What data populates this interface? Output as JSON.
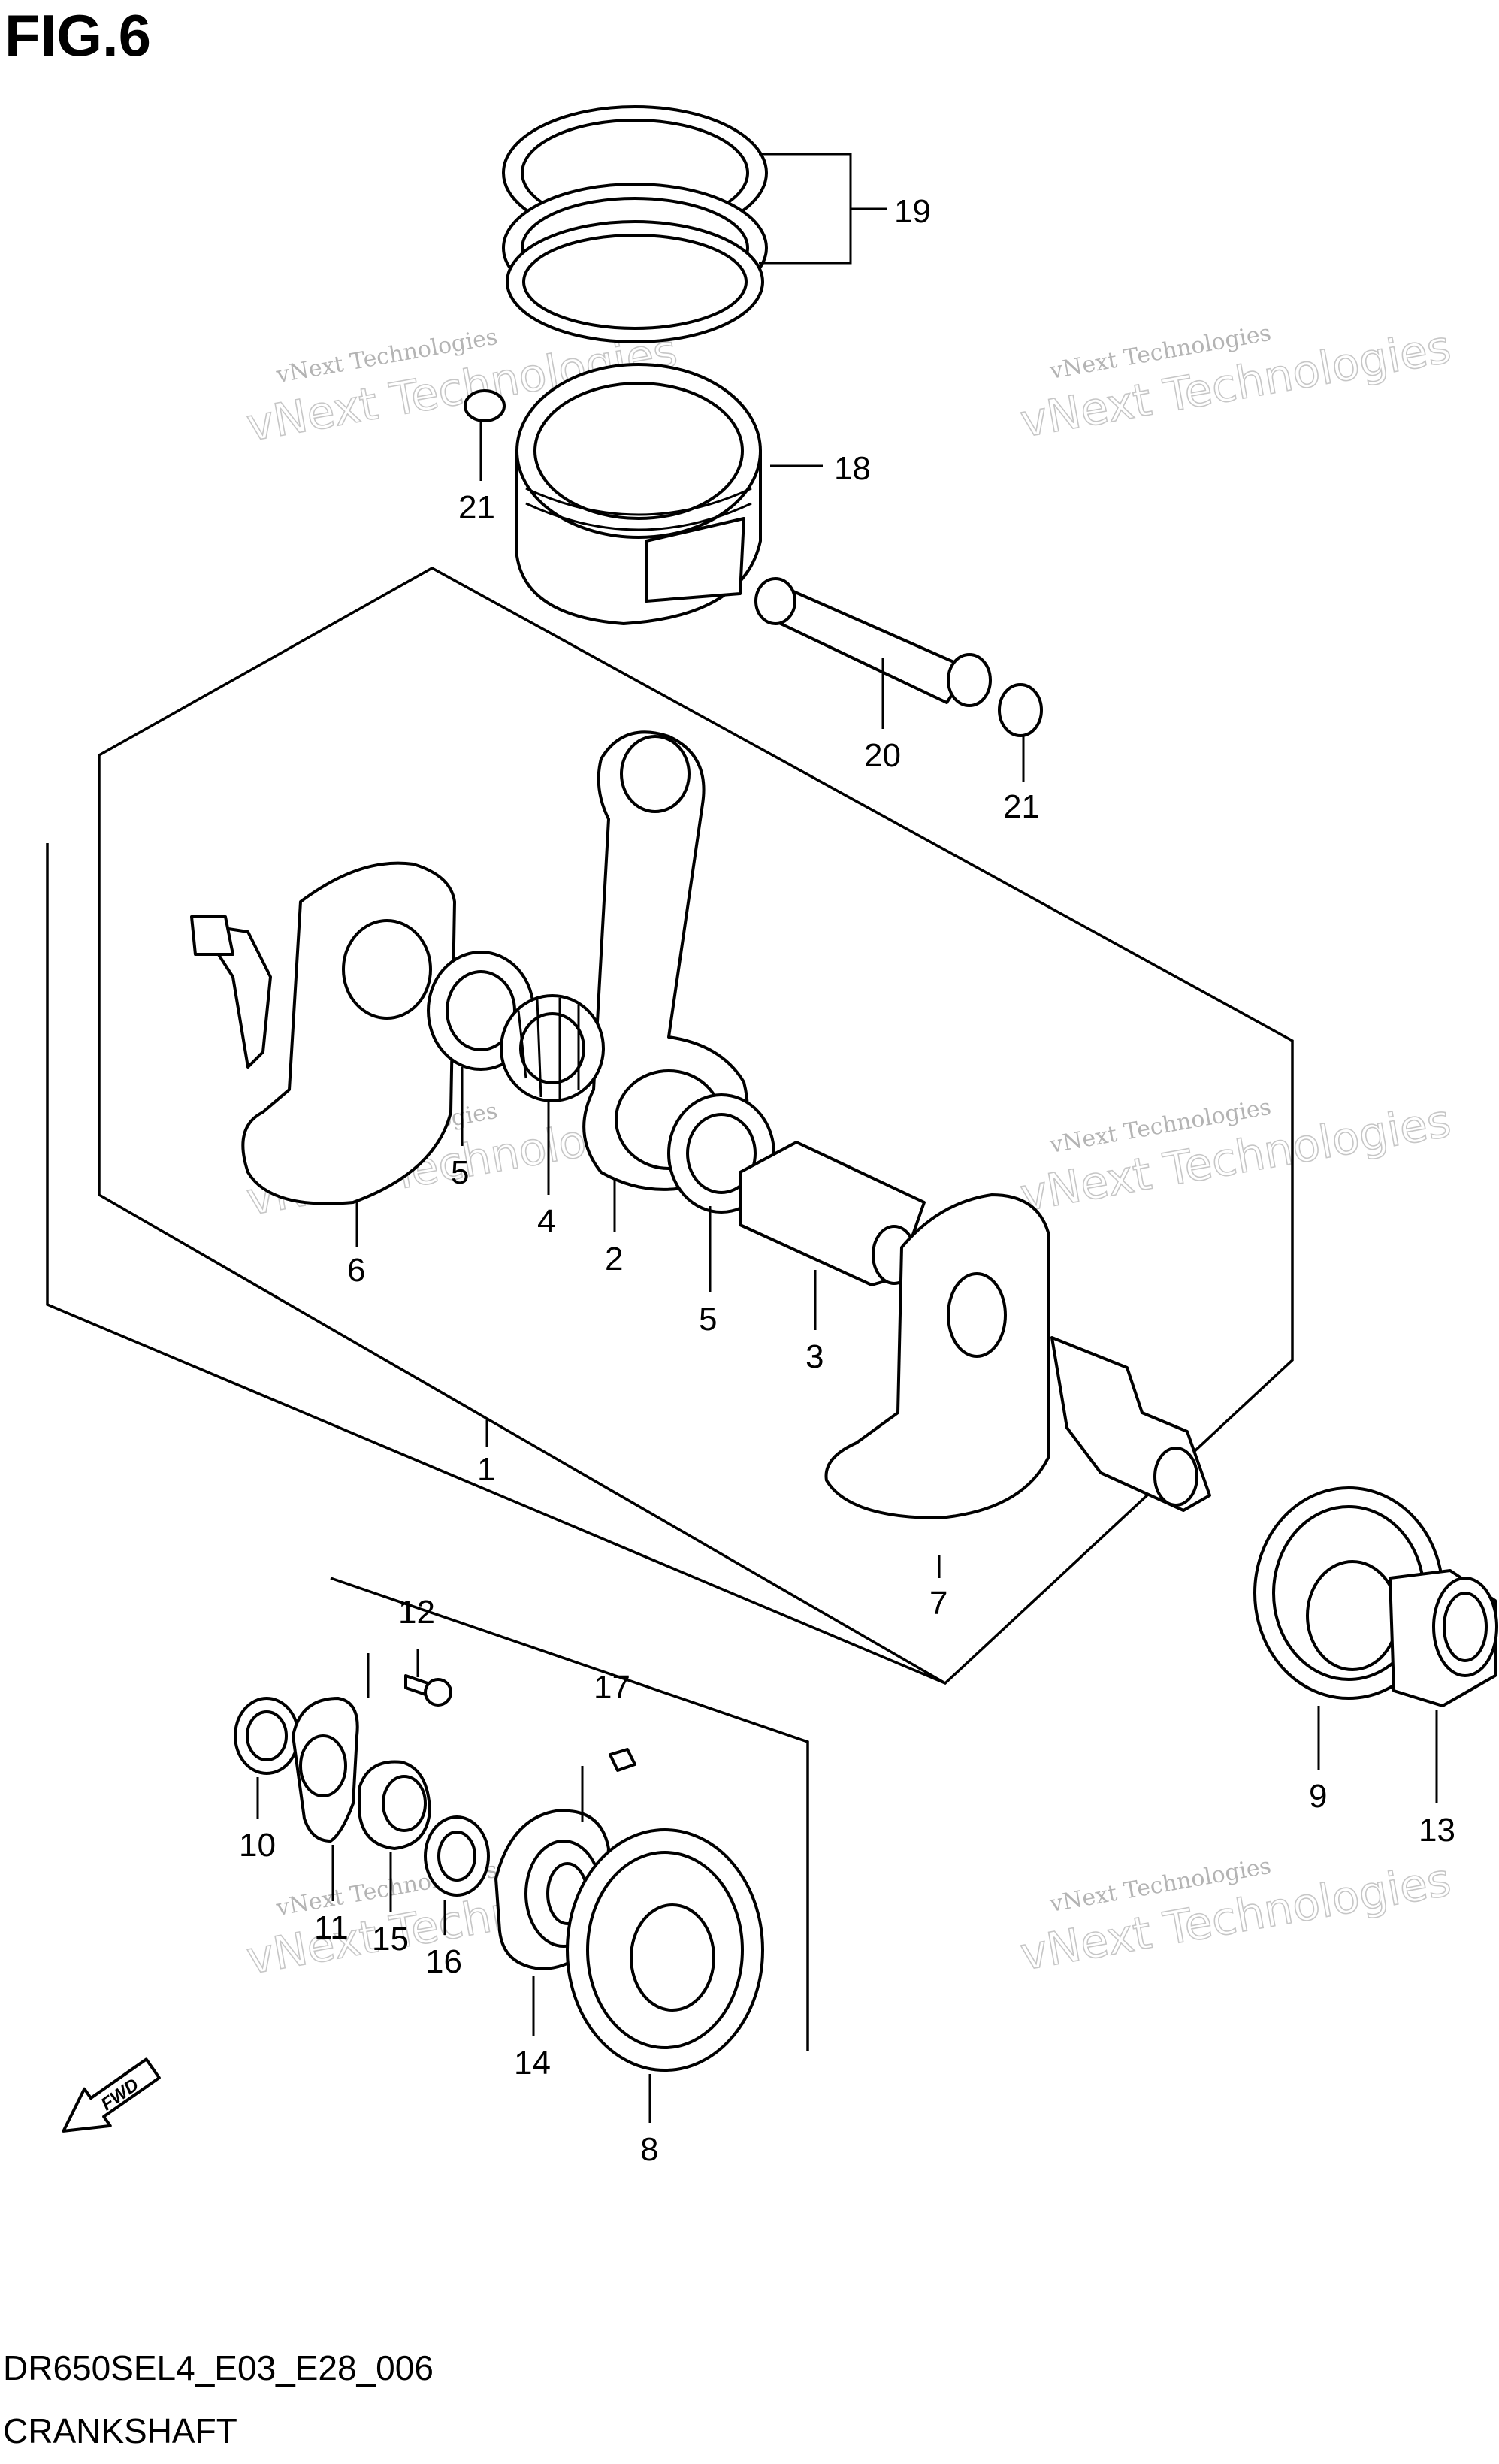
{
  "figure": {
    "title": "FIG.6",
    "code": "DR650SEL4_E03_E28_006",
    "name": "CRANKSHAFT"
  },
  "watermark": {
    "line1": "vNext Technologies",
    "line2": "vNext Technologies"
  },
  "fwd_label": "FWD",
  "callouts": [
    {
      "id": "c19",
      "text": "19"
    },
    {
      "id": "c21a",
      "text": "21"
    },
    {
      "id": "c18",
      "text": "18"
    },
    {
      "id": "c20",
      "text": "20"
    },
    {
      "id": "c21b",
      "text": "21"
    },
    {
      "id": "c5a",
      "text": "5"
    },
    {
      "id": "c6",
      "text": "6"
    },
    {
      "id": "c4",
      "text": "4"
    },
    {
      "id": "c2",
      "text": "2"
    },
    {
      "id": "c5b",
      "text": "5"
    },
    {
      "id": "c3",
      "text": "3"
    },
    {
      "id": "c1",
      "text": "1"
    },
    {
      "id": "c7",
      "text": "7"
    },
    {
      "id": "c9",
      "text": "9"
    },
    {
      "id": "c13",
      "text": "13"
    },
    {
      "id": "c12",
      "text": "12"
    },
    {
      "id": "c17",
      "text": "17"
    },
    {
      "id": "c10",
      "text": "10"
    },
    {
      "id": "c11",
      "text": "11"
    },
    {
      "id": "c15",
      "text": "15"
    },
    {
      "id": "c16",
      "text": "16"
    },
    {
      "id": "c14",
      "text": "14"
    },
    {
      "id": "c8",
      "text": "8"
    }
  ]
}
